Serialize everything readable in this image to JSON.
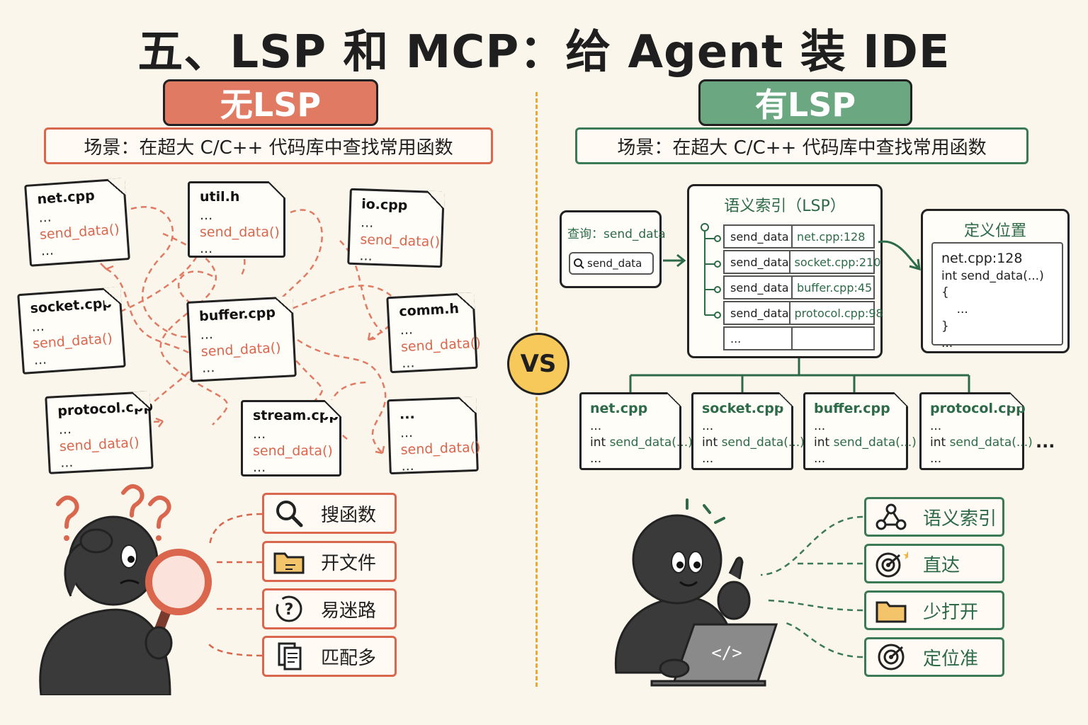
{
  "title": "五、LSP 和 MCP：给 Agent 装 IDE",
  "left": {
    "banner": "无LSP",
    "scenario": "场景：在超大 C/C++ 代码库中查找常用函数",
    "files": [
      {
        "name": "net.cpp",
        "line1": "...",
        "func": "send_data()",
        "line2": "..."
      },
      {
        "name": "util.h",
        "line1": "...",
        "func": "send_data()",
        "line2": "..."
      },
      {
        "name": "io.cpp",
        "line1": "...",
        "func": "send_data()",
        "line2": "..."
      },
      {
        "name": "socket.cpp",
        "line1": "...",
        "func": "send_data()",
        "line2": "..."
      },
      {
        "name": "buffer.cpp",
        "line1": "...",
        "func": "send_data()",
        "line2": "..."
      },
      {
        "name": "comm.h",
        "line1": "...",
        "func": "send_data()",
        "line2": "..."
      },
      {
        "name": "protocol.cpp",
        "line1": "...",
        "func": "send_data()",
        "line2": "..."
      },
      {
        "name": "stream.cpp",
        "line1": "...",
        "func": "send_data()",
        "line2": "..."
      },
      {
        "name": "...",
        "line1": "...",
        "func": "send_data()",
        "line2": "..."
      }
    ],
    "actions": [
      {
        "label": "搜函数",
        "icon": "magnifier-icon"
      },
      {
        "label": "开文件",
        "icon": "folder-icon"
      },
      {
        "label": "易迷路",
        "icon": "lost-question-icon"
      },
      {
        "label": "匹配多",
        "icon": "documents-icon"
      }
    ]
  },
  "vs": "VS",
  "right": {
    "banner": "有LSP",
    "scenario": "场景：在超大 C/C++ 代码库中查找常用函数",
    "query": {
      "label": "查询：send_data",
      "input": "send_data"
    },
    "index": {
      "title": "语义索引（LSP）",
      "rows": [
        {
          "key": "send_data",
          "loc": "net.cpp:128"
        },
        {
          "key": "send_data",
          "loc": "socket.cpp:210"
        },
        {
          "key": "send_data",
          "loc": "buffer.cpp:45"
        },
        {
          "key": "send_data",
          "loc": "protocol.cpp:98"
        },
        {
          "key": "...",
          "loc": ""
        }
      ]
    },
    "definition": {
      "title": "定义位置",
      "lines": [
        "net.cpp:128",
        "int send_data(...) {",
        "    ...",
        "}",
        "..."
      ]
    },
    "files": [
      {
        "name": "net.cpp",
        "line1": "...",
        "prefix": "int ",
        "func": "send_data(...)",
        "line2": "..."
      },
      {
        "name": "socket.cpp",
        "line1": "...",
        "prefix": "int ",
        "func": "send_data(...)",
        "line2": "..."
      },
      {
        "name": "buffer.cpp",
        "line1": "...",
        "prefix": "int ",
        "func": "send_data(...)",
        "line2": "..."
      },
      {
        "name": "protocol.cpp",
        "line1": "...",
        "prefix": "int ",
        "func": "send_data(...)",
        "line2": "..."
      }
    ],
    "files_more": "...",
    "actions": [
      {
        "label": "语义索引",
        "icon": "graph-nodes-icon"
      },
      {
        "label": "直达",
        "icon": "target-star-icon"
      },
      {
        "label": "少打开",
        "icon": "folder-icon"
      },
      {
        "label": "定位准",
        "icon": "target-icon"
      }
    ]
  },
  "colors": {
    "red": "#d9664d",
    "green": "#3b7a55",
    "banner_red": "#e07a62",
    "banner_green": "#6ba882",
    "vs_yellow": "#f7c85a",
    "background": "#fbf6ec"
  }
}
